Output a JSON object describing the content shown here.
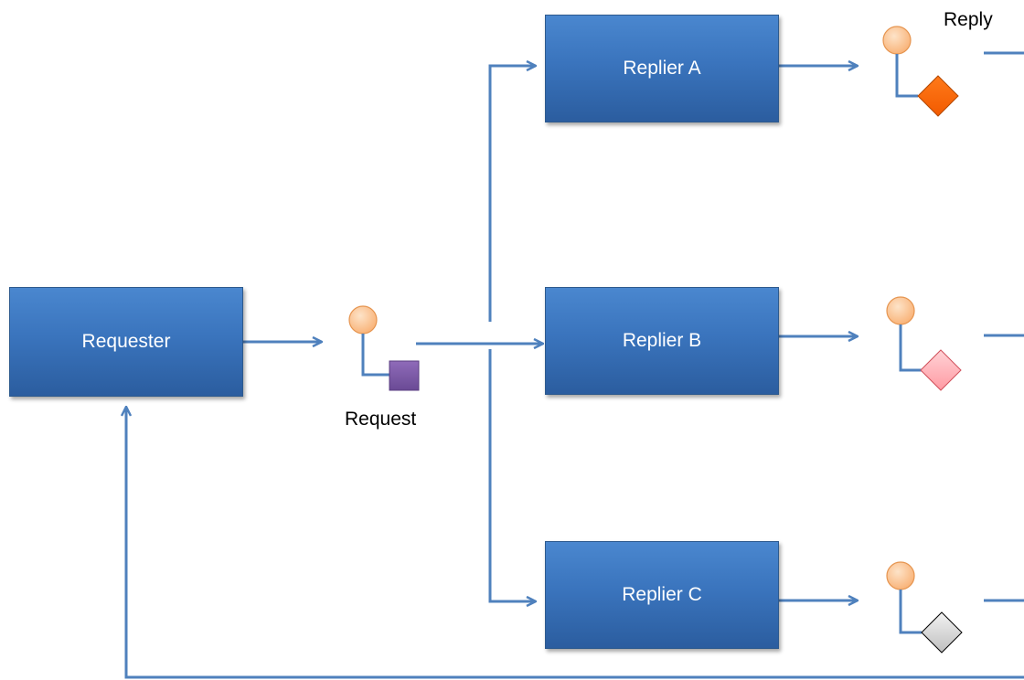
{
  "requester": {
    "label": "Requester"
  },
  "repliers": [
    {
      "label": "Replier A"
    },
    {
      "label": "Replier B"
    },
    {
      "label": "Replier C"
    }
  ],
  "request_label": "Request",
  "reply_label": "Reply",
  "colors": {
    "box": "#3a74bd",
    "line": "#4f81bd",
    "node_circle": "#fbc89a",
    "request_message": "#7e5ba8",
    "reply_a_message": "#ff6600",
    "reply_b_message": "#ffb3b8",
    "reply_c_message": "#d9d9d9"
  }
}
